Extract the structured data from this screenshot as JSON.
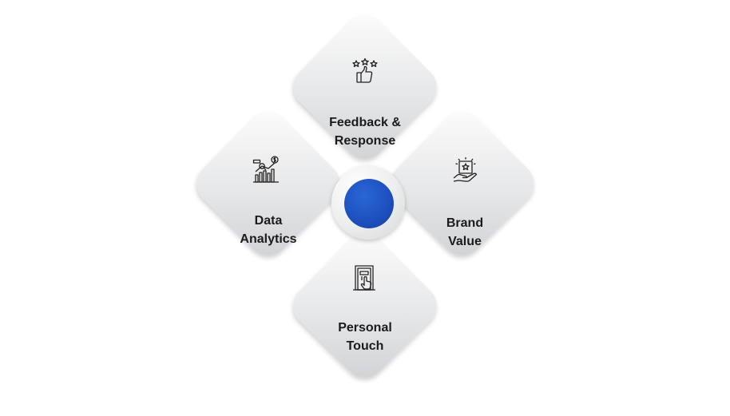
{
  "diagram": {
    "items": [
      {
        "id": "feedback",
        "line1": "Feedback &",
        "line2": "Response",
        "icon": "thumbs-up-stars-icon"
      },
      {
        "id": "brand",
        "line1": "Brand",
        "line2": "Value",
        "icon": "hand-star-badge-icon"
      },
      {
        "id": "analytics",
        "line1": "Data",
        "line2": "Analytics",
        "icon": "analytics-chart-icon"
      },
      {
        "id": "personal",
        "line1": "Personal",
        "line2": "Touch",
        "icon": "touch-door-icon"
      }
    ],
    "colors": {
      "hub_blue": "#1d4fbd",
      "tile_light": "#fdfdfd",
      "tile_dark": "#cfd1d4",
      "text": "#1b1b1b"
    }
  }
}
